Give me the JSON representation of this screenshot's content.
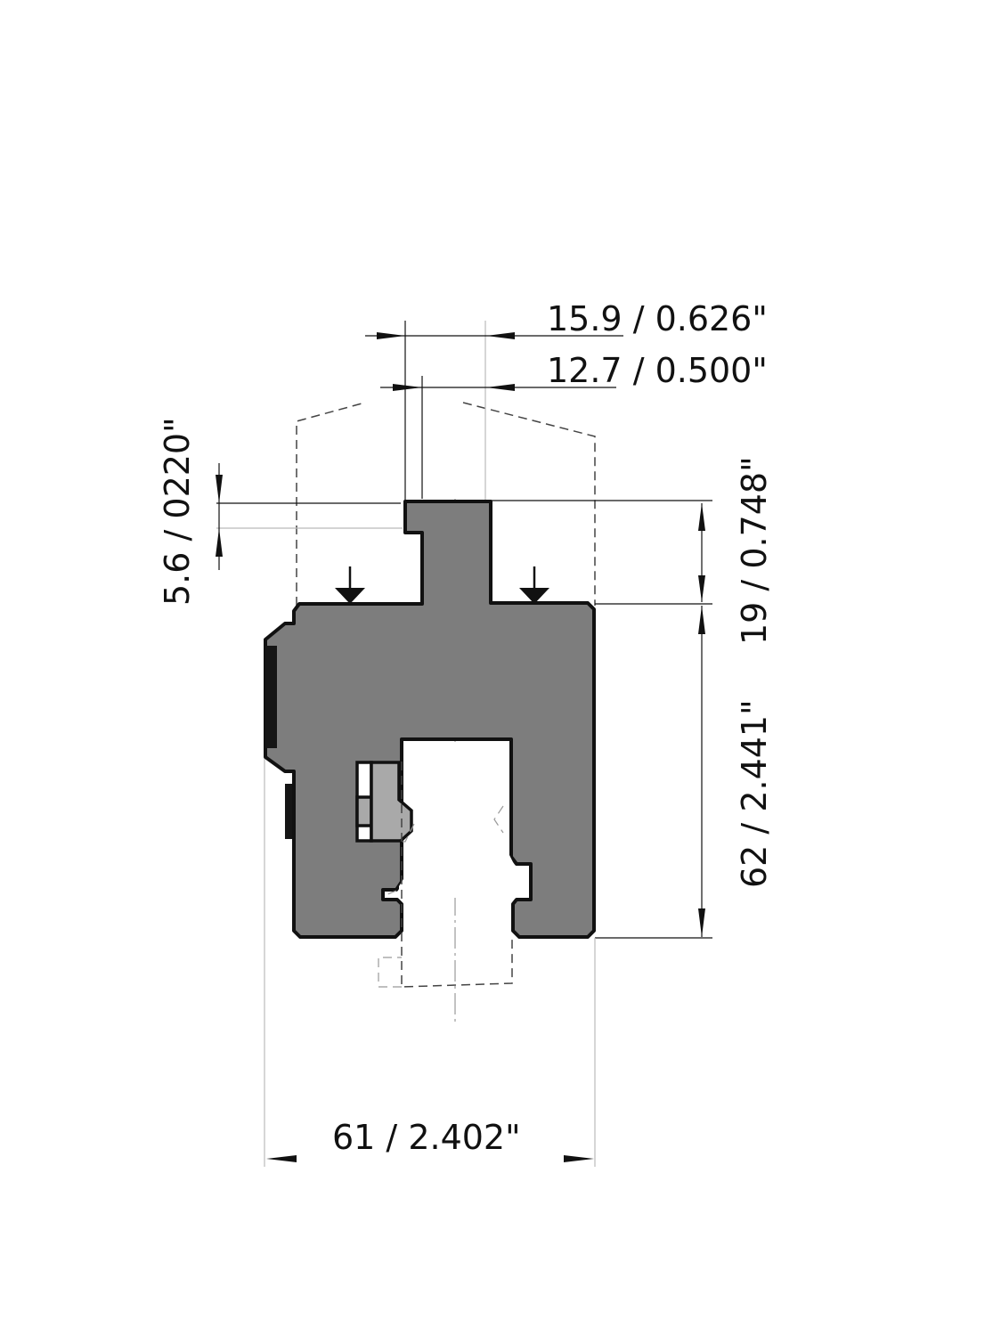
{
  "drawing": {
    "type": "technical cross-section of press-brake tool clamp",
    "colors": {
      "body": "#7d7d7d",
      "insert": "#a9a9a9",
      "outline": "#111111",
      "background": "#ffffff"
    },
    "dimensions": {
      "tang_width_outer": {
        "metric": "15.9",
        "sep": " / ",
        "imperial": "0.626\"",
        "label": "15.9 / 0.626\""
      },
      "tang_width_inner": {
        "metric": "12.7",
        "sep": " / ",
        "imperial": "0.500\"",
        "label": "12.7 / 0.500\""
      },
      "tang_step": {
        "label": "5.6 / 0220\""
      },
      "tang_height": {
        "label": "19 / 0.748\""
      },
      "body_height": {
        "label": "62 / 2.441\""
      },
      "overall_width": {
        "label": "61 / 2.402\""
      }
    },
    "icons": [
      "clamp-arrow-down-left",
      "clamp-arrow-down-right",
      "dimension-arrowheads"
    ]
  }
}
